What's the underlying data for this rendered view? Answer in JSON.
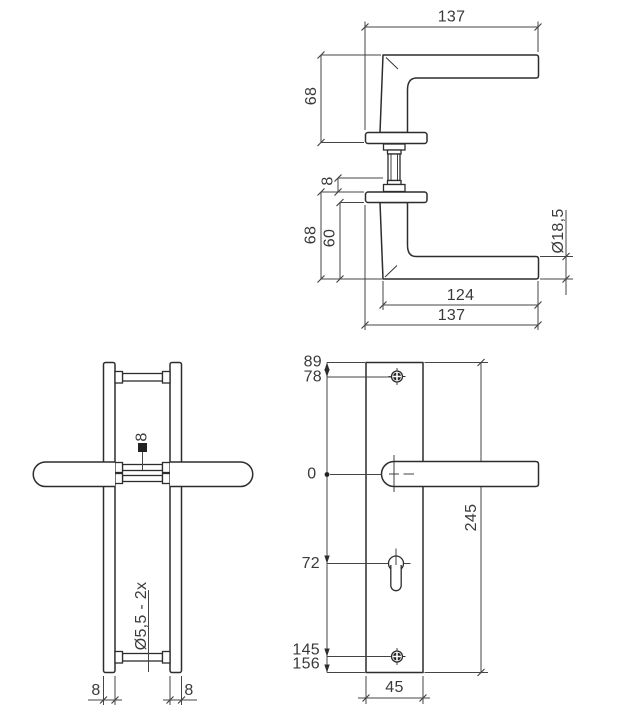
{
  "meta": {
    "background_color": "#ffffff",
    "line_color": "#2d2d2d",
    "dimension_color": "#454545",
    "drawing_type": "door-handle-technical-drawing"
  },
  "side_view": {
    "length_top": "137",
    "height_upper": "68",
    "rosette_thickness": "8",
    "height_lower": "68",
    "grip_height": "60",
    "grip_diameter": "Ø18,5",
    "grip_length": "124",
    "length_bottom": "137"
  },
  "front_view": {
    "spindle_size": "8",
    "screw_spec": "Ø5,5 - 2x",
    "plate_thickness_left": "8",
    "plate_thickness_right": "8"
  },
  "plate_view": {
    "ord_plate_top": "89",
    "ord_screw_top": "78",
    "ord_zero": "0",
    "ord_keyhole": "72",
    "ord_screw_bottom": "145",
    "ord_plate_bottom": "156",
    "plate_length": "245",
    "plate_width": "45"
  }
}
